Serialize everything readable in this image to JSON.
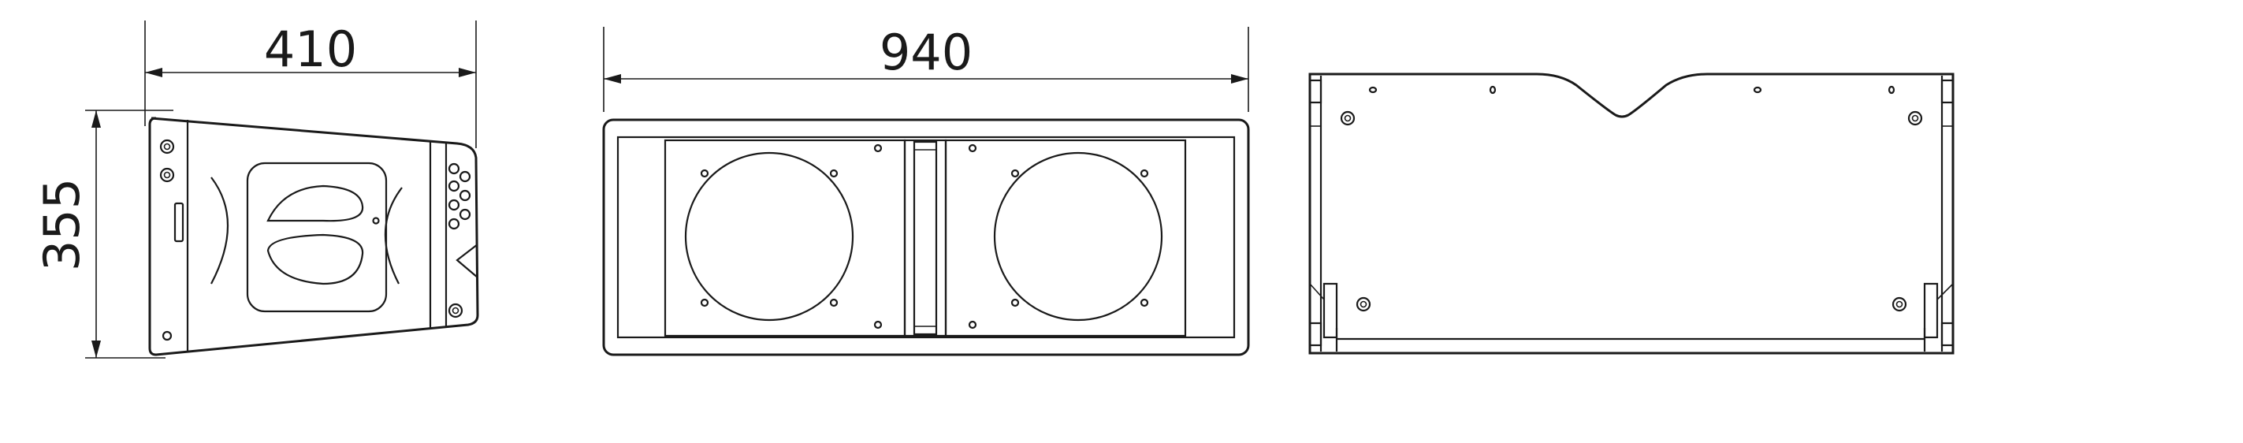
{
  "dimensions": {
    "depth": "410",
    "width": "940",
    "height": "355"
  },
  "views": [
    "side-view",
    "front-view",
    "top-view"
  ]
}
